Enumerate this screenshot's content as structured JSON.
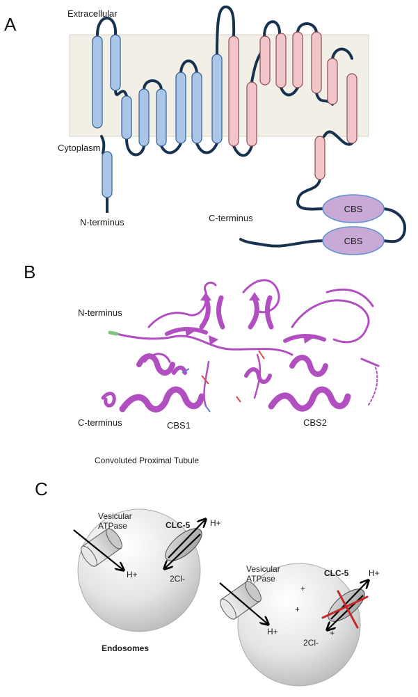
{
  "panels": {
    "a": {
      "letter": "A",
      "extracellular": "Extracellular",
      "cytoplasm": "Cytoplasm",
      "n_terminus": "N-terminus",
      "c_terminus": "C-terminus",
      "cbs_top": "CBS",
      "cbs_bottom": "CBS"
    },
    "b": {
      "letter": "B",
      "n_terminus": "N-terminus",
      "c_terminus": "C-terminus",
      "cbs1": "CBS1",
      "cbs2": "CBS2",
      "caption": "Convoluted Proximal Tubule"
    },
    "c": {
      "letter": "C",
      "left": {
        "atpase_line1": "Vesicular",
        "atpase_line2": "ATPase",
        "clc5": "CLC-5",
        "h_out": "H+",
        "h_in": "H+",
        "cl": "2Cl-",
        "endosomes": "Endosomes"
      },
      "right": {
        "atpase_line1": "Vesicular",
        "atpase_line2": "ATPase",
        "clc5": "CLC-5",
        "h_out": "H+",
        "h_in": "H+",
        "cl": "2Cl-",
        "plus1": "+",
        "plus2": "+",
        "plus3": "+"
      }
    }
  },
  "colors": {
    "membrane": "#f2efe6",
    "blue_helix": "#a9c6e8",
    "pink_helix": "#f2c6c8",
    "loop": "#16324f",
    "cbs_fill": "#c9a9d6",
    "protein_ribbon": "#b14fc0",
    "block_mark": "#c62828"
  }
}
